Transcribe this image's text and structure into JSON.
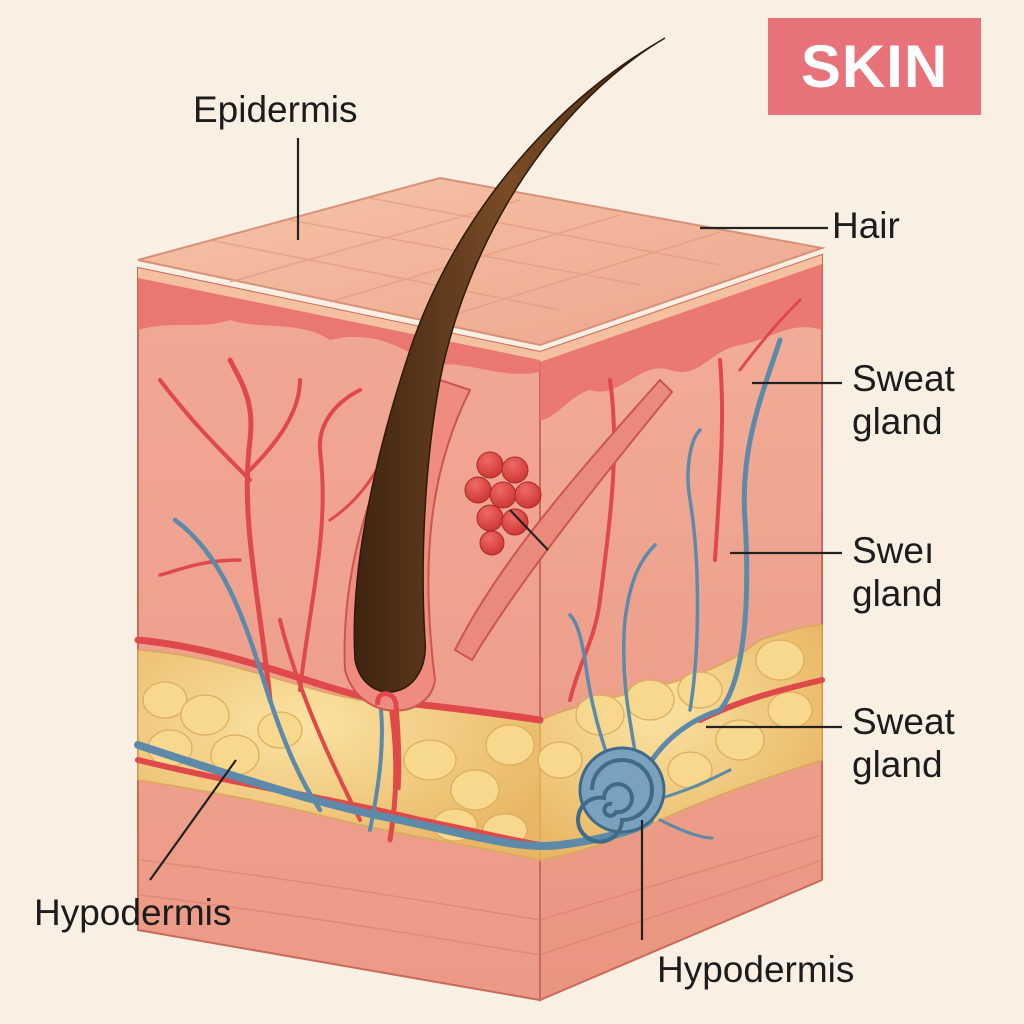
{
  "badge": {
    "text": "SKIN",
    "color": "#e8727a"
  },
  "labels": {
    "epidermis": "Epidermis",
    "hair": "Hair",
    "sweat_gland_1": {
      "line1": "Sweat",
      "line2": "gland"
    },
    "sweat_gland_2": {
      "line1": "Sweı",
      "line2": "gland"
    },
    "sweat_gland_3": {
      "line1": "Sweat",
      "line2": "gland"
    },
    "hypodermis_left": "Hypodermis",
    "hypodermis_bottom": "Hypodermis"
  },
  "colors": {
    "background": "#f9efe3",
    "epidermis": "#f2b092",
    "dermis": "#ef9c88",
    "fat": "#f2cc7c",
    "artery": "#e0494a",
    "vein": "#5d8aa8",
    "hair": "#5e3a1c"
  }
}
